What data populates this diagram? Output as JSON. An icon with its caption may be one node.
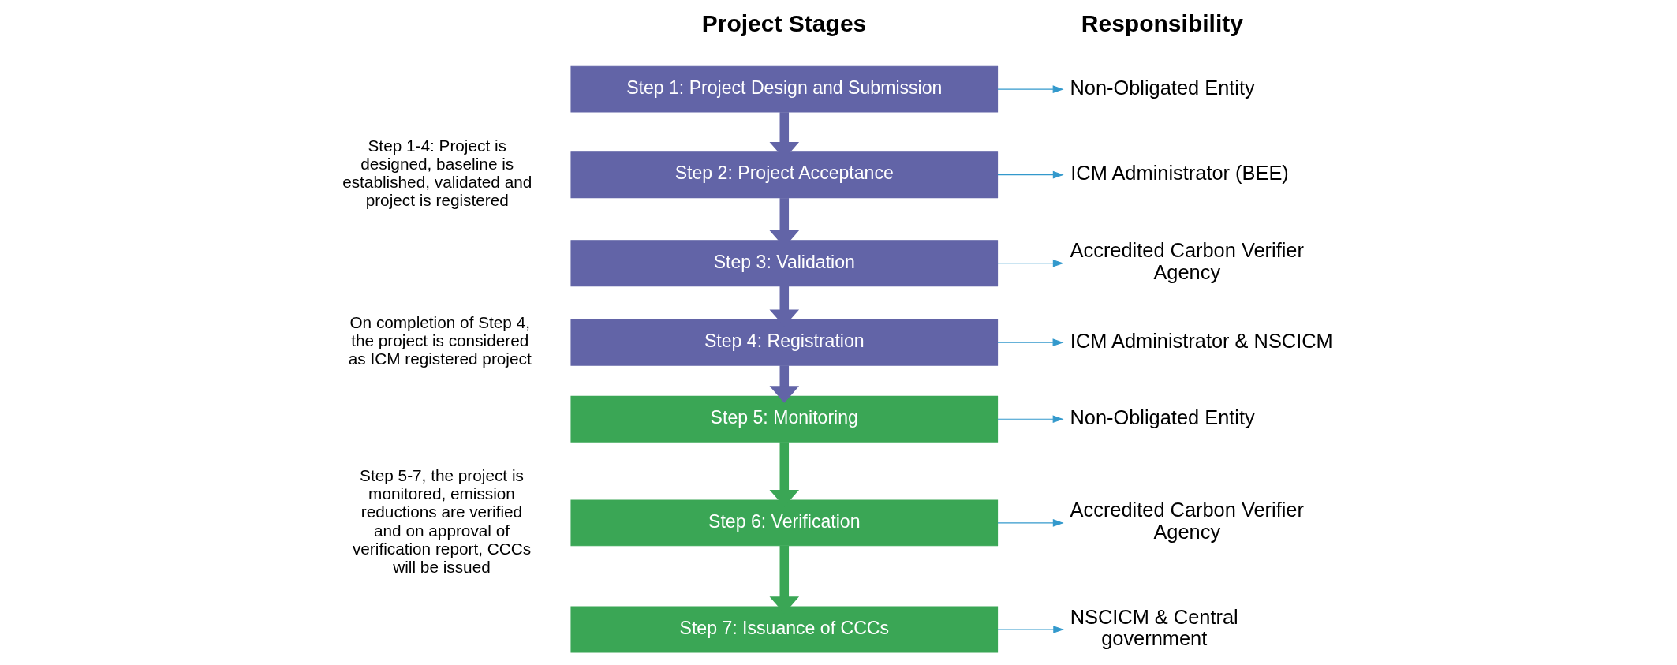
{
  "diagram": {
    "nodes": [
      {
        "text": [
          "Step 1: Project Design and Submission"
        ]
      },
      {
        "text": [
          "Step 2: Project Acceptance"
        ]
      },
      {
        "text": [
          "Step 3: Validation"
        ]
      },
      {
        "text": [
          "Step 4: Registration"
        ]
      },
      {
        "text": [
          "Step 5: Monitoring"
        ]
      },
      {
        "text": [
          "Step 6: Verification"
        ]
      },
      {
        "text": [
          "Step 7: Issuance of CCCs"
        ]
      },
      {
        "text": [
          "Non-Obligated Entity"
        ]
      },
      {
        "text": [
          "ICM Administrator (BEE)"
        ]
      },
      {
        "text": [
          "Accredited Carbon Verifier Agency"
        ]
      },
      {
        "text": [
          "ICM Administrator & NSCICM"
        ]
      },
      {
        "text": [
          "Non-Obligated Entity"
        ]
      },
      {
        "text": [
          "Accredited Carbon Verifier Agency"
        ]
      },
      {
        "text": [
          "NSCICM & Central government"
        ]
      }
    ],
    "edges": [
      {
        "from": 0,
        "to": 1,
        "arrow": "to",
        "style": "thick",
        "color": "#6264a7"
      },
      {
        "from": 1,
        "to": 2,
        "arrow": "to",
        "style": "thick",
        "color": "#6264a7"
      },
      {
        "from": 2,
        "to": 3,
        "arrow": "to",
        "style": "thick",
        "color": "#6264a7"
      },
      {
        "from": 3,
        "to": 4,
        "arrow": "to",
        "style": "thick",
        "color": "#6264a7"
      },
      {
        "from": 4,
        "to": 5,
        "arrow": "to",
        "style": "thick",
        "color": "#3aa655"
      },
      {
        "from": 5,
        "to": 6,
        "arrow": "to",
        "style": "thick",
        "color": "#3aa655"
      },
      {
        "from": 0,
        "to": 7,
        "arrow": "to"
      },
      {
        "from": 1,
        "to": 8,
        "arrow": "to"
      },
      {
        "from": 2,
        "to": 9,
        "arrow": "to"
      },
      {
        "from": 3,
        "to": 10,
        "arrow": "to"
      },
      {
        "from": 4,
        "to": 11,
        "arrow": "to"
      },
      {
        "from": 5,
        "to": 12,
        "arrow": "to"
      },
      {
        "from": 6,
        "to": 13,
        "arrow": "to"
      }
    ],
    "labels": [
      "Project Stages",
      "Responsibility",
      "Step 1-4: Project is designed, baseline is established, validated and project is registered",
      "On completion of Step 4, the project is considered as ICM registered project",
      "Step 5-7, the project is monitored, emission reductions are verified and on approval of verification report, CCCs will be issued"
    ]
  }
}
